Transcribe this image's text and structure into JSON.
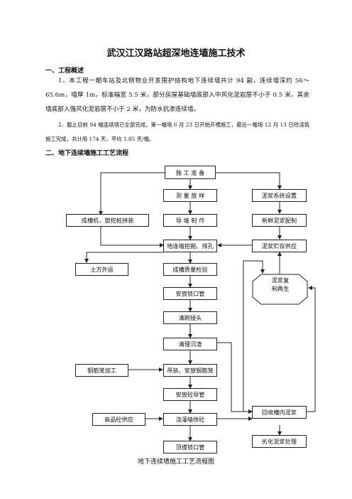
{
  "doc": {
    "title": "武汉江汉路站超深地连墙施工技术",
    "sec1_heading": "一、工程概述",
    "para1": "1、本工程一期车站及北侧物业开发围护结构地下连续墙共计 94 副，连续墙深约 56～65.6m，墙厚 1m，标准幅宽 5.5 米，部分房屋基础墙底部入中风化泥岩层不小于 0.5 米，其余墙底部入强风化泥岩层不小于 2 米，为防水抗渗连续墙。",
    "para2": "2、截止目前 94 幅连续墙已全部完成，第一幅墙 6 月 23 日开始开槽施工，最后一幅墙 12 月 13 日砼浇筑施工完成，共计用 174 天，平均 1.85 天/幅。",
    "sec2_heading": "二、地下连续墙施工工艺流程",
    "caption": "地下连续墙施工工艺流程图"
  },
  "flow": {
    "prep": "施 工 准 备",
    "survey": "测 量 放 样",
    "guide_wall": "导 墙 制 作",
    "excavate": "地连墙挖掘、排孔",
    "quality": "成槽质量检验",
    "lock_pipe": "安放锁口管",
    "clean_joint": "清刷接头",
    "clear_sediment": "清理沉渣",
    "lift_cage": "吊装、安放钢筋笼",
    "tremie": "安放砼导管",
    "pour": "浇灌墙体砼",
    "pull_pipe": "顶拔锁口管",
    "equipment": "成槽机，旋挖桩拼装",
    "soil_out": "土方外运",
    "cage_fab": "钢筋笼加工",
    "concrete_supply": "商品砼供应",
    "slurry_system": "泥浆系统设置",
    "fresh_slurry": "新鲜泥浆配制",
    "slurry_storage": "泥浆贮存供应",
    "regen_line1": "泥浆复",
    "regen_line2": "制再生",
    "recycle": "回收槽内泥浆",
    "waste": "劣化泥浆处理"
  }
}
